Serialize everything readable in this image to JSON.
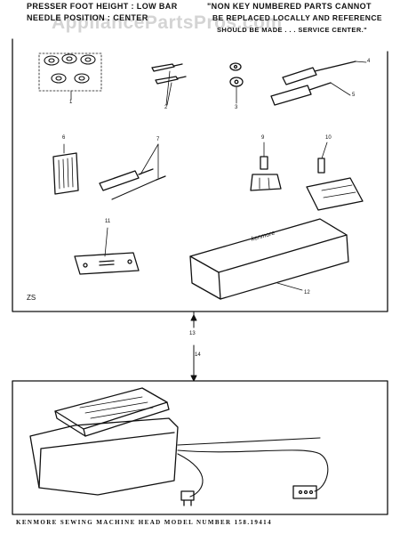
{
  "header": {
    "left_line1": "PRESSER FOOT HEIGHT : LOW BAR",
    "left_line2": "NEEDLE POSITION : CENTER",
    "right_line1": "\"NON KEY NUMBERED PARTS CANNOT",
    "right_line2": "BE REPLACED LOCALLY AND REFERENCE",
    "right_line3": "SHOULD BE MADE . . . SERVICE CENTER.\""
  },
  "watermark": "AppliancePartsPros.com",
  "accessory_panel": {
    "code": "ZS",
    "callouts": [
      "1",
      "2",
      "3",
      "4",
      "5",
      "6",
      "7",
      "9",
      "10",
      "11",
      "12",
      "13",
      "14"
    ],
    "box_label": "kenmore"
  },
  "footer": {
    "caption": "KENMORE SEWING MACHINE HEAD MODEL NUMBER 158.19414"
  },
  "colors": {
    "ink": "#111111",
    "paper": "#ffffff",
    "watermark": "#8c8c8c"
  }
}
